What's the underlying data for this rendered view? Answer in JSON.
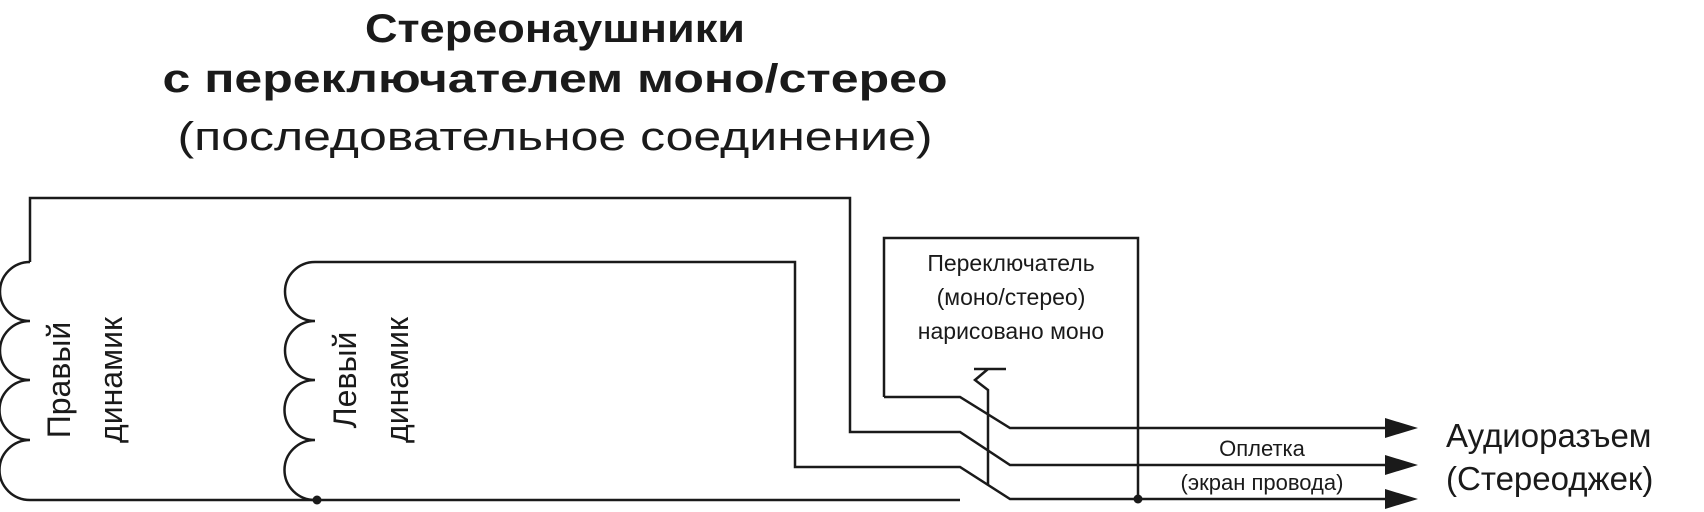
{
  "title": {
    "line1": "Стереонаушники",
    "line2": "с переключателем моно/стерео",
    "line3": "(последовательное соединение)"
  },
  "speakers": {
    "right": {
      "line1": "Правый",
      "line2": "динамик"
    },
    "left": {
      "line1": "Левый",
      "line2": "динамик"
    }
  },
  "switch": {
    "line1": "Переключатель",
    "line2": "(моно/стерео)",
    "line3": "нарисовано моно"
  },
  "shield": {
    "line1": "Оплетка",
    "line2": "(экран провода)"
  },
  "jack": {
    "line1": "Аудиоразъем",
    "line2": "(Стереоджек)"
  },
  "colors": {
    "line": "#1a1a1a",
    "background": "#ffffff"
  }
}
